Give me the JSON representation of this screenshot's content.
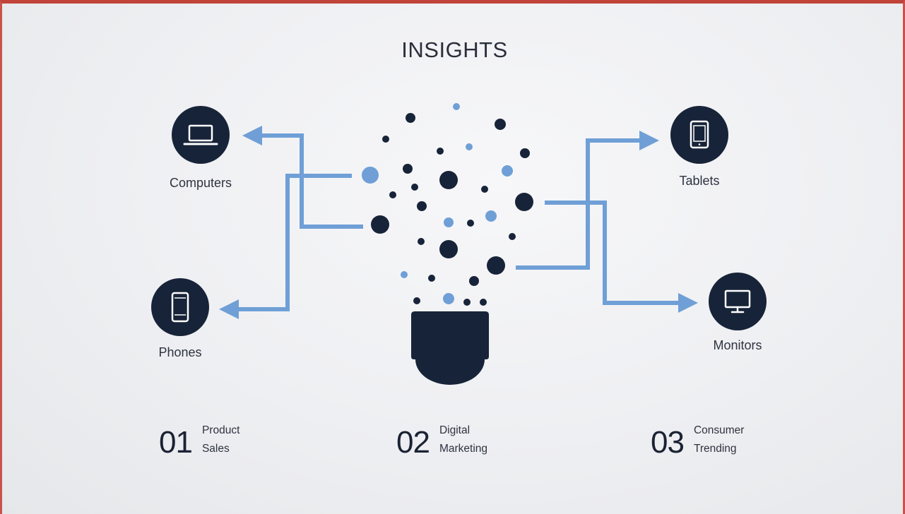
{
  "title": "INSIGHTS",
  "colors": {
    "navy": "#172338",
    "light_blue": "#6f9fd6",
    "accent_border": "#c1443a",
    "text": "#2e3340"
  },
  "devices": [
    {
      "label": "Computers",
      "icon": "laptop-icon"
    },
    {
      "label": "Phones",
      "icon": "phone-icon"
    },
    {
      "label": "Tablets",
      "icon": "tablet-icon"
    },
    {
      "label": "Monitors",
      "icon": "monitor-icon"
    }
  ],
  "steps": [
    {
      "number": "01",
      "line1": "Product",
      "line2": "Sales"
    },
    {
      "number": "02",
      "line1": "Digital",
      "line2": "Marketing"
    },
    {
      "number": "03",
      "line1": "Consumer",
      "line2": "Trending"
    }
  ]
}
